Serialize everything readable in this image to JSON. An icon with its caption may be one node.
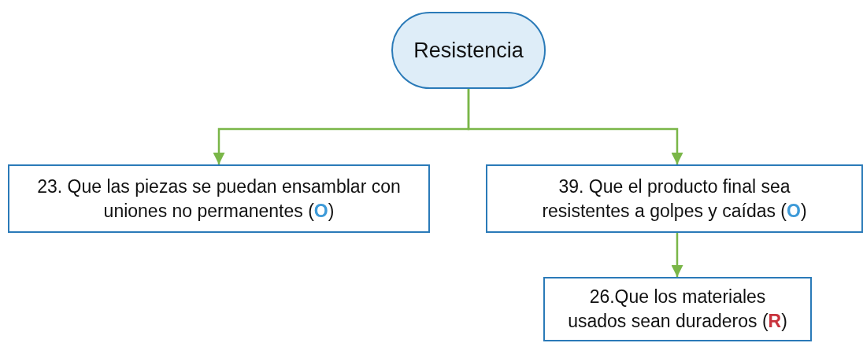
{
  "diagram": {
    "nodes": [
      {
        "text": [
          "Resistencia"
        ]
      },
      {
        "text": [
          "23. Que las piezas se puedan ensamblar con uniones no permanentes (**O**)"
        ]
      },
      {
        "text": [
          "39. Que el producto final sea resistentes a golpes y caídas (**O**)"
        ]
      },
      {
        "text": [
          "26.Que los materiales usados sean duraderos (**R**)"
        ]
      }
    ],
    "edges": [
      {
        "from": 0,
        "to": 1,
        "arrow": "to"
      },
      {
        "from": 0,
        "to": 2,
        "arrow": "to"
      },
      {
        "from": 2,
        "to": 3,
        "arrow": "to"
      }
    ]
  }
}
